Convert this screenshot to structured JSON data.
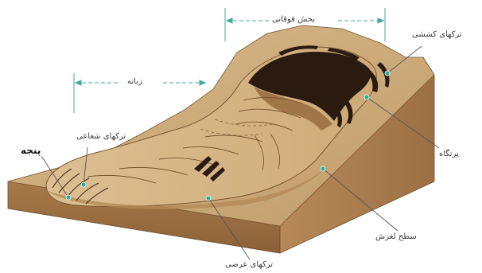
{
  "labels": {
    "upper_part": "بخش فوقانی",
    "tongue": "زبانه",
    "tension_cracks": "ترکهای کششی",
    "scarp": "پرتگاه",
    "radial_cracks": "ترکهای شعاعی",
    "toe": "پنجه",
    "slip_surface": "سطح لغزش",
    "transverse_cracks": "ترکهای عرضی"
  },
  "colors": {
    "terrain_top": "#c8a878",
    "terrain_front": "#9e7243",
    "terrain_side": "#b18455",
    "landslide_body": "#d8b98a",
    "crack_dark": "#2b1a10",
    "dimension_line": "#3fa8a0",
    "marker": "#22b3a4"
  }
}
